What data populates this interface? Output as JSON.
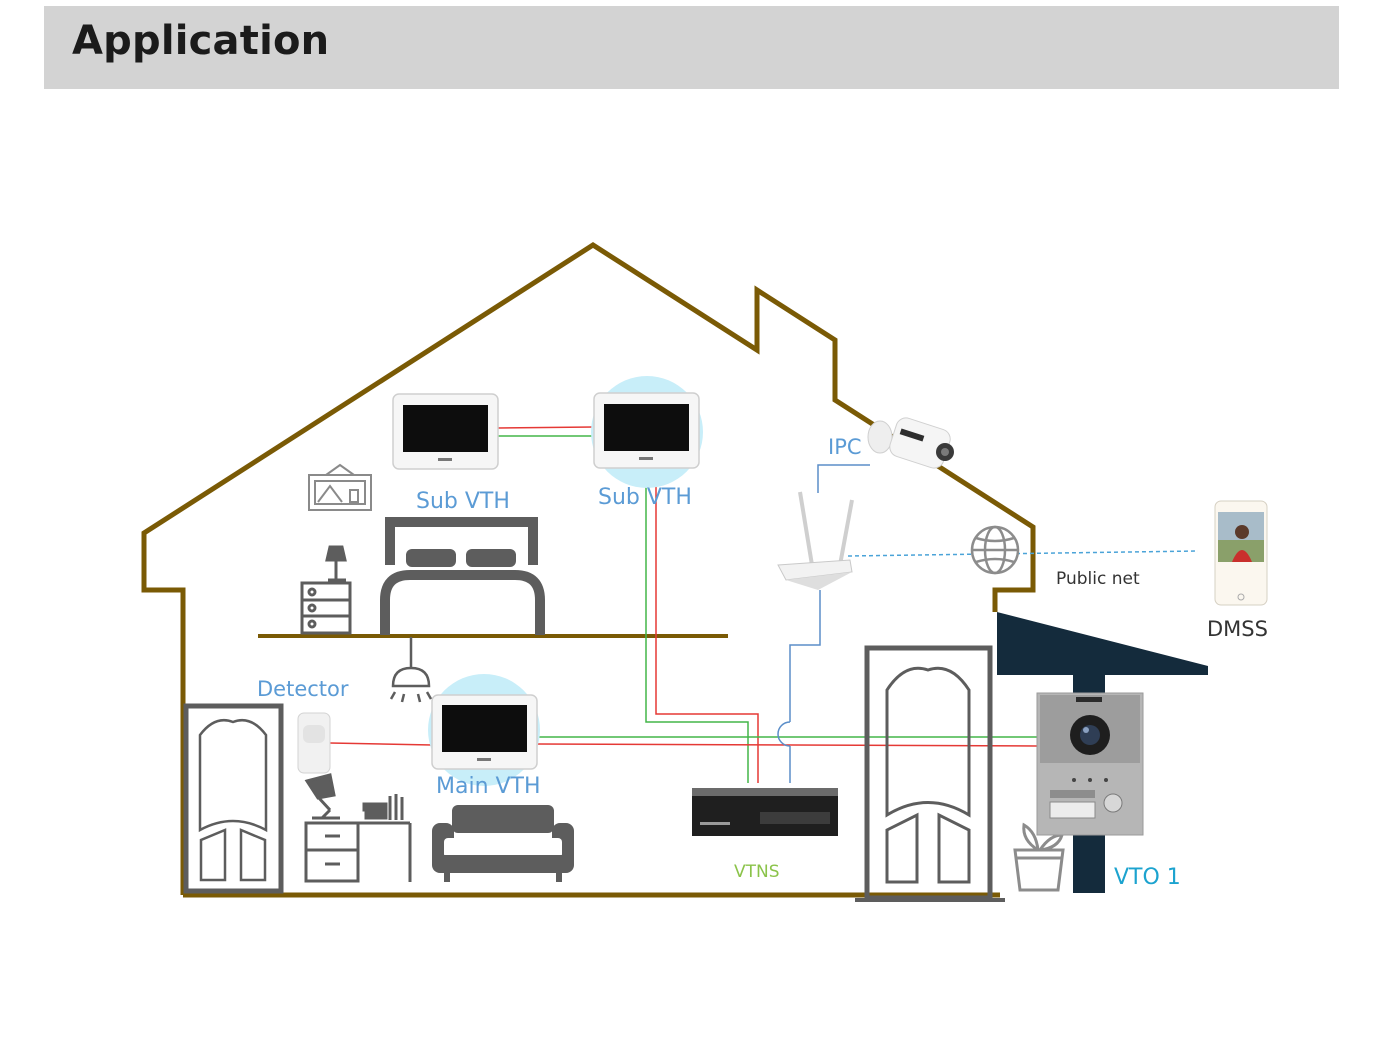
{
  "header": {
    "title": "Application"
  },
  "labels": {
    "sub_vth_left": "Sub VTH",
    "sub_vth_right": "Sub VTH",
    "main_vth": "Main VTH",
    "detector": "Detector",
    "ipc": "IPC",
    "vtns": "VTNS",
    "public_net": "Public net",
    "dmss": "DMSS",
    "vto": "VTO 1"
  },
  "colors": {
    "house_outline": "#7a5a05",
    "device_label": "#5b9bd5",
    "vto_label": "#1ca3cf",
    "vtns_label": "#8bc34a",
    "wire_red": "#e53935",
    "wire_green": "#43b649",
    "wire_blue": "#5b8ec9",
    "canopy": "#142b3c",
    "icon_gray": "#5d5d5d",
    "highlight": "#c8eef9"
  },
  "icons": {
    "sub_vth_left": "indoor-monitor-icon",
    "sub_vth_right": "indoor-monitor-icon",
    "main_vth": "indoor-monitor-icon",
    "detector": "motion-detector-icon",
    "ipc": "bullet-camera-icon",
    "router": "wifi-router-icon",
    "globe": "globe-icon",
    "phone": "smartphone-icon",
    "vtns": "poe-switch-icon",
    "vto": "door-station-icon"
  }
}
